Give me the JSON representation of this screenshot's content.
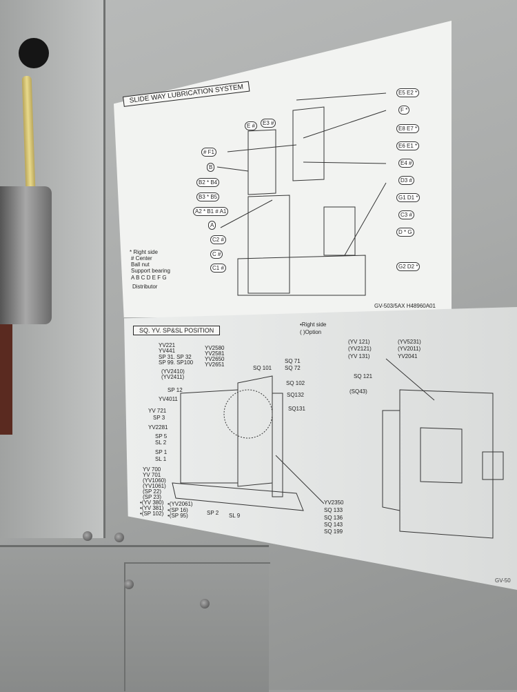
{
  "top_label": {
    "title": "SLIDE WAY LUBRICATION SYSTEM",
    "callouts_right": [
      "E5 E2 *",
      "F *",
      "E8 E7 *",
      "E6 E1 *",
      "E4 #",
      "D3 #",
      "G1 D1 *",
      "C3 #",
      "D * G",
      "G2 D2 *"
    ],
    "callouts_left": [
      "E #",
      "E3 #",
      "# F1",
      "B",
      "B2 * B4",
      "B3 * B5",
      "A2 * B1 # A1",
      "A",
      "C2 #",
      "C #",
      "C1 #"
    ],
    "legend": [
      "* Right side",
      "# Center",
      "Ball nut",
      "Support bearing",
      "A B C D E F G",
      "Distributor"
    ],
    "code": "GV-503/5AX   H48960A01"
  },
  "bottom_label": {
    "title": "SQ. YV. SP&SL POSITION",
    "legend": [
      "•Right side",
      "( )Option"
    ],
    "callouts": [
      "YV221",
      "YV441",
      "SP 31. SP 32",
      "SP 99. SP100",
      "YV2580",
      "YV2581",
      "YV2650",
      "YV2651",
      "SQ 101",
      "SQ 71",
      "SQ 72",
      "SQ 102",
      "SQ132",
      "SQ131",
      "(YV2410)",
      "(YV2411)",
      "SP 12",
      "YV4011",
      "YV 721",
      "SP 3",
      "YV2281",
      "SP 5",
      "SL 2",
      "SP 1",
      "SL 1",
      "YV 700",
      "YV 701",
      "(YV1060)",
      "(YV1061)",
      "(SP 22)",
      "(SP 23)",
      "•(YV 380)",
      "•(YV 381)",
      "•(SP 102)",
      "•(YV2061)",
      "•(SP 16)",
      "•(SP 95)",
      "SP 2",
      "SL 9",
      "YV2350",
      "SQ 133",
      "SQ 136",
      "SQ 143",
      "SQ 199",
      "(YV 121)",
      "(YV2121)",
      "(YV 131)",
      "(YV5231)",
      "(YV2011)",
      "YV2041",
      "SQ 121",
      "(SQ43)"
    ],
    "code": "GV-50"
  }
}
